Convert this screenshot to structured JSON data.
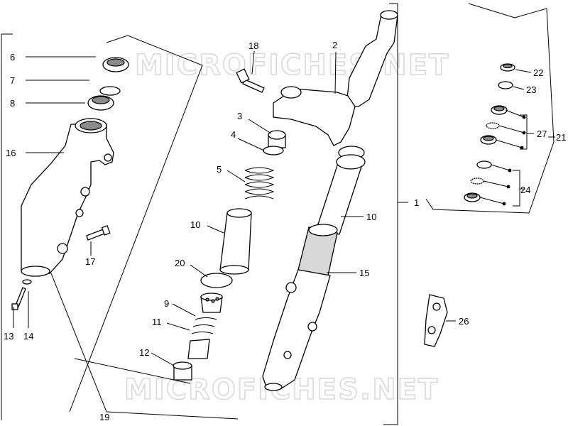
{
  "watermark": "MICROFICHES.NET",
  "callouts": {
    "n1": "1",
    "n2": "2",
    "n3": "3",
    "n4": "4",
    "n5": "5",
    "n6": "6",
    "n7": "7",
    "n8": "8",
    "n9": "9",
    "n10a": "10",
    "n10b": "10",
    "n11": "11",
    "n12": "12",
    "n13": "13",
    "n14": "14",
    "n15": "15",
    "n16": "16",
    "n17": "17",
    "n18": "18",
    "n19": "19",
    "n20": "20",
    "n21": "21",
    "n22": "22",
    "n23": "23",
    "n24": "24",
    "n26": "26",
    "n27": "27"
  }
}
